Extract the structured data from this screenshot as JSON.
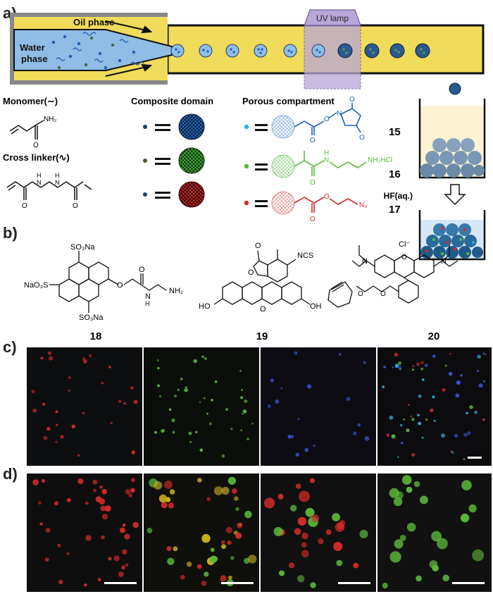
{
  "panel_labels": {
    "a": "a)",
    "b": "b)",
    "c": "c)",
    "d": "d)"
  },
  "microfluidics": {
    "oil_phase": "Oil phase",
    "water_phase_line1": "Water",
    "water_phase_line2": "phase",
    "uv_lamp": "UV lamp"
  },
  "legend": {
    "monomer": "Monomer(∼)",
    "cross_linker": "Cross linker(∿)",
    "composite_domain": "Composite domain",
    "porous_compartment": "Porous compartment",
    "hf": "HF(aq.)"
  },
  "compounds": {
    "c15": "15",
    "c16": "16",
    "c17": "17",
    "c18": "18",
    "c19": "19",
    "c20": "20"
  },
  "chem_labels": {
    "nh2": "NH₂",
    "h": "H",
    "o": "O",
    "n": "N",
    "nh2hcl": "NH₂HCl",
    "n3": "N₃",
    "so3na_top": "SO₃Na",
    "naso3s": "NaO₃S",
    "so3na_bottom": "SO₃Na",
    "ncs": "NCS",
    "ho": "HO",
    "oh": "OH",
    "cl": "Cl⁻"
  },
  "colors": {
    "oil": "#f0db5a",
    "water": "#8fbde6",
    "uv": "#b9a6d8",
    "blue": "#1f5fb3",
    "green": "#5bb83a",
    "red": "#d22a2a",
    "cyan": "#2bb3d9"
  }
}
